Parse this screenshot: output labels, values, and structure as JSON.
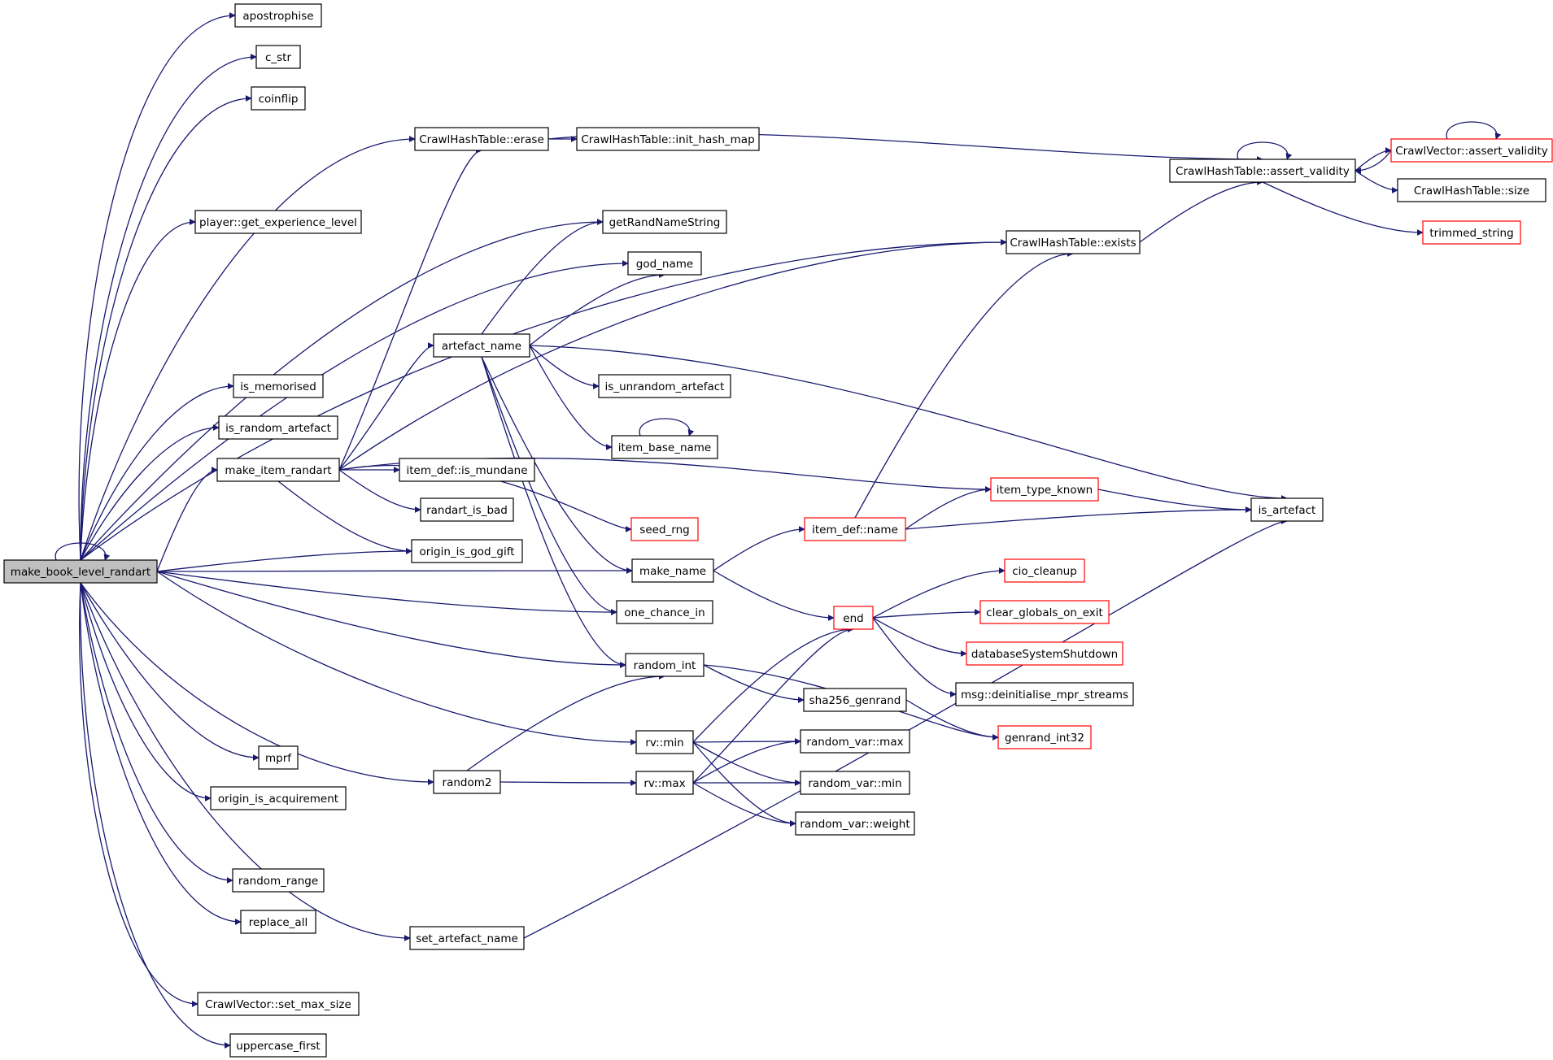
{
  "colors": {
    "edge": "#191970",
    "node_border": "#000000",
    "highlight_border": "#ff0000",
    "root_fill": "#bfbfbf"
  },
  "nodes": {
    "make_book_level_randart": "make_book_level_randart",
    "apostrophise": "apostrophise",
    "c_str": "c_str",
    "coinflip": "coinflip",
    "crawlhashtable_erase": "CrawlHashTable::erase",
    "crawlhashtable_init_hash_map": "CrawlHashTable::init_hash_map",
    "crawlhashtable_assert_validity": "CrawlHashTable::assert_validity",
    "crawlvector_assert_validity": "CrawlVector::assert_validity",
    "crawlhashtable_size": "CrawlHashTable::size",
    "trimmed_string": "trimmed_string",
    "player_get_experience_level": "player::get_experience_level",
    "getrandnamestring": "getRandNameString",
    "crawlhashtable_exists": "CrawlHashTable::exists",
    "god_name": "god_name",
    "artefact_name": "artefact_name",
    "is_memorised": "is_memorised",
    "is_unrandom_artefact": "is_unrandom_artefact",
    "is_random_artefact": "is_random_artefact",
    "item_base_name": "item_base_name",
    "make_item_randart": "make_item_randart",
    "item_def_is_mundane": "item_def::is_mundane",
    "item_type_known": "item_type_known",
    "randart_is_bad": "randart_is_bad",
    "is_artefact": "is_artefact",
    "seed_rng": "seed_rng",
    "item_def_name": "item_def::name",
    "origin_is_god_gift": "origin_is_god_gift",
    "make_name": "make_name",
    "cio_cleanup": "cio_cleanup",
    "one_chance_in": "one_chance_in",
    "end": "end",
    "clear_globals_on_exit": "clear_globals_on_exit",
    "databasesystemshutdown": "databaseSystemShutdown",
    "random_int": "random_int",
    "msg_deinitialise_mpr_streams": "msg::deinitialise_mpr_streams",
    "sha256_genrand": "sha256_genrand",
    "rv_min": "rv::min",
    "genrand_int32": "genrand_int32",
    "random_var_max": "random_var::max",
    "mprf": "mprf",
    "random2": "random2",
    "rv_max": "rv::max",
    "random_var_min": "random_var::min",
    "origin_is_acquirement": "origin_is_acquirement",
    "random_var_weight": "random_var::weight",
    "random_range": "random_range",
    "replace_all": "replace_all",
    "set_artefact_name": "set_artefact_name",
    "crawlvector_set_max_size": "CrawlVector::set_max_size",
    "uppercase_first": "uppercase_first"
  }
}
